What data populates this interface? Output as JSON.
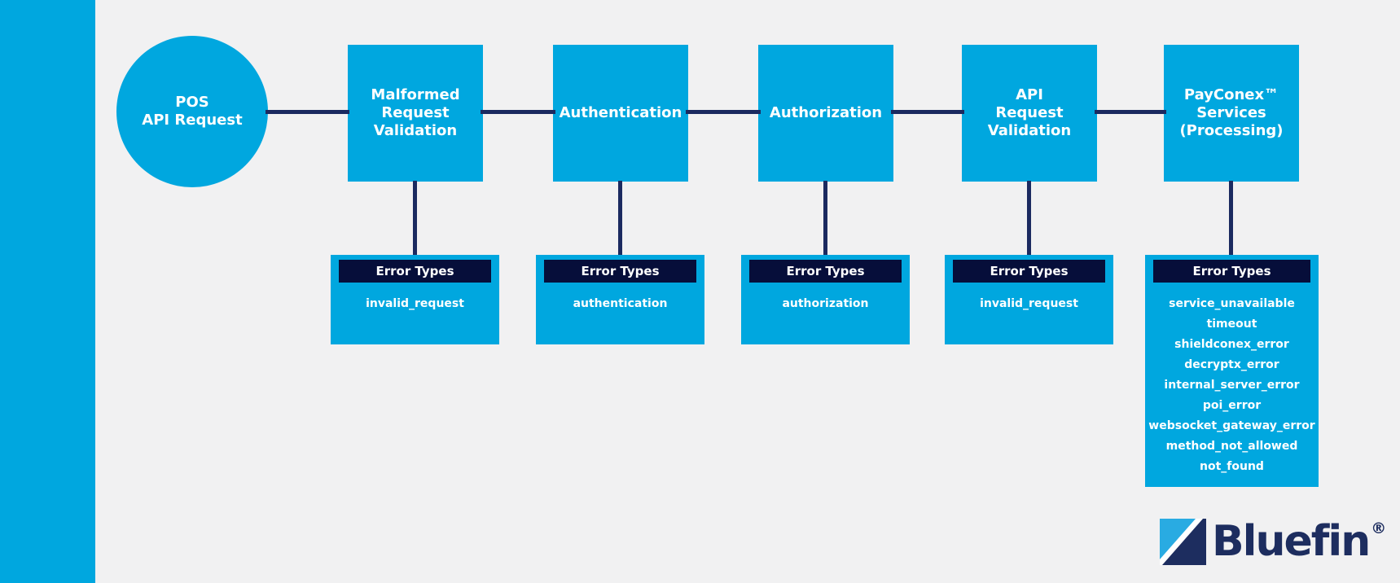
{
  "diagram": {
    "start": {
      "label": "POS\nAPI Request"
    },
    "nodes": [
      {
        "label": "Malformed\nRequest\nValidation",
        "error_types": [
          "invalid_request"
        ]
      },
      {
        "label": "Authentication",
        "error_types": [
          "authentication"
        ]
      },
      {
        "label": "Authorization",
        "error_types": [
          "authorization"
        ]
      },
      {
        "label": "API\nRequest\nValidation",
        "error_types": [
          "invalid_request"
        ]
      },
      {
        "label": "PayConex™\nServices\n(Processing)",
        "error_types": [
          "service_unavailable",
          "timeout",
          "shieldconex_error",
          "decryptx_error",
          "internal_server_error",
          "poi_error",
          "websocket_gateway_error",
          "method_not_allowed",
          "not_found"
        ]
      }
    ],
    "error_box_title": "Error Types"
  },
  "colors": {
    "cyan": "#00a7df",
    "logo_cyan": "#29abe2",
    "navy_header": "#060e3a",
    "navy_line": "#1b2a60",
    "navy_logo": "#1d2d5f",
    "background": "#f1f1f2"
  },
  "logo": {
    "wordmark": "Bluefin",
    "registered": "®"
  }
}
